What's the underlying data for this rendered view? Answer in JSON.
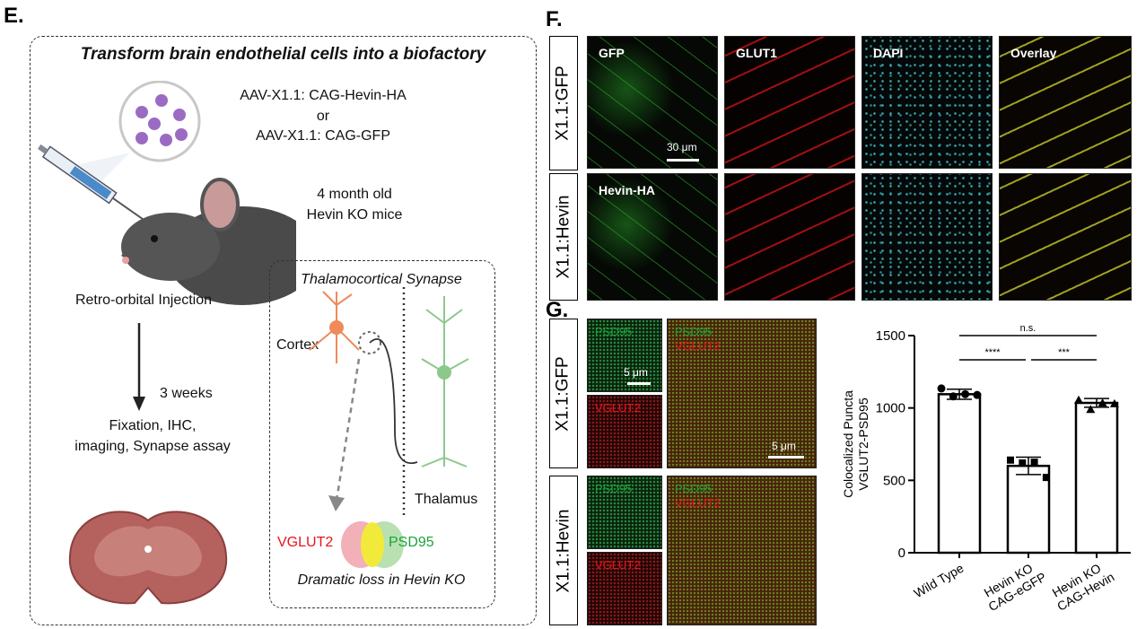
{
  "panel_e": {
    "label": "E.",
    "title": "Transform brain endothelial cells into a biofactory",
    "construct1": "AAV-X1.1: CAG-Hevin-HA",
    "or": "or",
    "construct2": "AAV-X1.1: CAG-GFP",
    "mice": "4 month old",
    "mice2": "Hevin KO mice",
    "injection": "Retro-orbital Injection",
    "duration": "3 weeks",
    "assay1": "Fixation, IHC,",
    "assay2": "imaging, Synapse assay",
    "inset": {
      "title": "Thalamocortical Synapse",
      "cortex": "Cortex",
      "thalamus": "Thalamus",
      "vglut2": "VGLUT2",
      "psd95": "PSD95",
      "caption": "Dramatic loss in Hevin KO"
    }
  },
  "panel_f": {
    "label": "F.",
    "rows": [
      "X1.1:GFP",
      "X1.1:Hevin"
    ],
    "channels": [
      "GFP",
      "GLUT1",
      "DAPI",
      "Overlay"
    ],
    "hevin_channel": "Hevin-HA",
    "scale": "30 μm"
  },
  "panel_g": {
    "label": "G.",
    "rows": [
      "X1.1:GFP",
      "X1.1:Hevin"
    ],
    "psd95": "PSD95",
    "vglut2": "VGLUT2",
    "scale_small": "5 μm",
    "scale_large": "5 μm"
  },
  "chart_data": {
    "type": "bar",
    "categories": [
      "Wild Type",
      "Hevin KO CAG-eGFP",
      "Hevin KO CAG-Hevin"
    ],
    "category_lines": [
      [
        "Wild Type"
      ],
      [
        "Hevin KO",
        "CAG-eGFP"
      ],
      [
        "Hevin KO",
        "CAG-Hevin"
      ]
    ],
    "values": [
      1095,
      600,
      1035
    ],
    "errors": [
      35,
      60,
      30
    ],
    "points": [
      [
        1135,
        1080,
        1095,
        1090
      ],
      [
        640,
        620,
        625,
        520
      ],
      [
        1055,
        990,
        1035,
        1030
      ]
    ],
    "markers": [
      "circle",
      "square",
      "triangle"
    ],
    "ylabel": "Colocalized Puncta",
    "ylabel2": "VGLUT2-PSD95",
    "ylim": [
      0,
      1500
    ],
    "yticks": [
      0,
      500,
      1000,
      1500
    ],
    "significance": [
      {
        "from": 0,
        "to": 2,
        "label": "n.s."
      },
      {
        "from": 0,
        "to": 1,
        "label": "****"
      },
      {
        "from": 1,
        "to": 2,
        "label": "***"
      }
    ]
  },
  "colors": {
    "red": "#e8141c",
    "green": "#1aa53a",
    "neuron_orange": "#f08a5a",
    "neuron_green": "#8cc88c"
  }
}
